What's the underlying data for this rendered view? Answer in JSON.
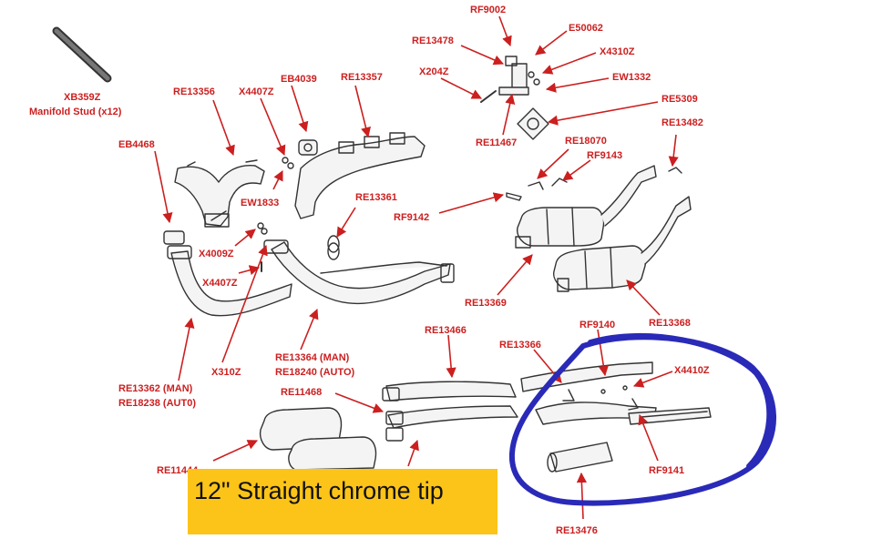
{
  "colors": {
    "label": "#cc1f1f",
    "line": "#333333",
    "fill": "#f4f4f4",
    "highlight": "#2a2ab8",
    "caption_bg": "#fcc419"
  },
  "caption": "12\" Straight chrome tip",
  "labels": {
    "xb359z": "XB359Z",
    "xb359z_desc": "Manifold Stud (x12)",
    "re13356": "RE13356",
    "x4407z_a": "X4407Z",
    "eb4039": "EB4039",
    "re13357": "RE13357",
    "eb4468": "EB4468",
    "ew1833": "EW1833",
    "x4009z": "X4009Z",
    "x4407z_b": "X4407Z",
    "x310z": "X310Z",
    "re13361": "RE13361",
    "re13362": "RE13362 (MAN)",
    "re18238": "RE18238 (AUT0)",
    "re13364": "RE13364 (MAN)",
    "re18240": "RE18240 (AUTO)",
    "rf9002": "RF9002",
    "re13478": "RE13478",
    "e50062": "E50062",
    "x204z": "X204Z",
    "x4310z": "X4310Z",
    "ew1332": "EW1332",
    "re5309": "RE5309",
    "re11467": "RE11467",
    "re18070": "RE18070",
    "rf9143": "RF9143",
    "re13482": "RE13482",
    "rf9142": "RF9142",
    "re13369": "RE13369",
    "re13368": "RE13368",
    "re13466": "RE13466",
    "re13366": "RE13366",
    "rf9140": "RF9140",
    "x4410z": "X4410Z",
    "re11468": "RE11468",
    "re11444": "RE11444",
    "rf9141": "RF9141",
    "re13476": "RE13476"
  }
}
